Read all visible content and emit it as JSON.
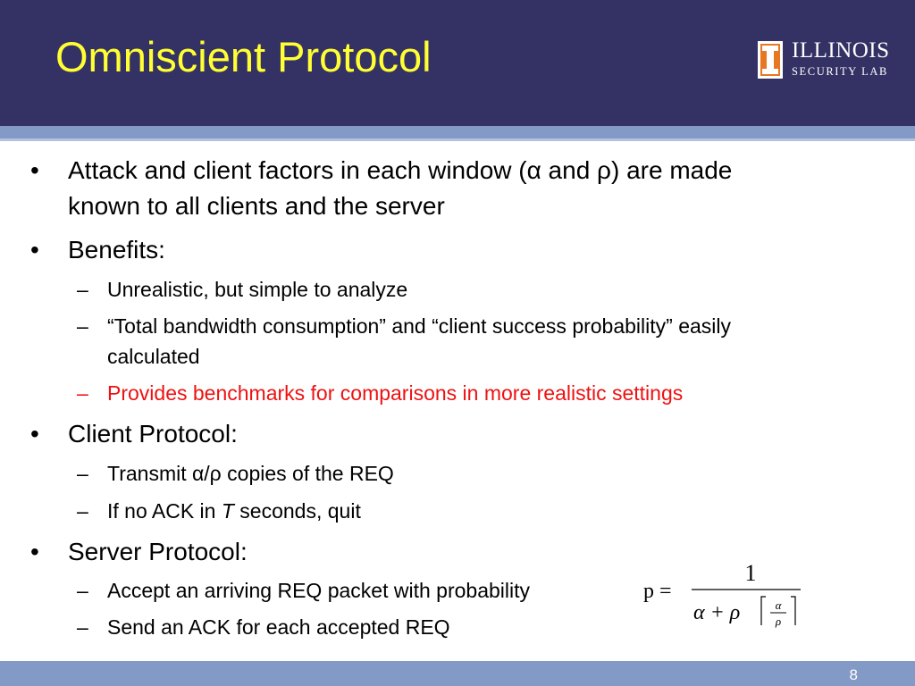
{
  "slide": {
    "title": "Omniscient Protocol",
    "page_number": "8",
    "logo": {
      "line1": "ILLINOIS",
      "line2": "SECURITY LAB"
    },
    "bullet_glyph": "•",
    "dash_glyph": "–",
    "bullets": {
      "attack_factors_line1": "Attack and client factors in each window (α and ρ) are made",
      "attack_factors_line2": "known to all clients and the server",
      "benefits": "Benefits:",
      "benefit_unrealistic": "Unrealistic, but simple to analyze",
      "benefit_total_line1": "“Total bandwidth consumption” and “client success probability” easily",
      "benefit_total_line2": "calculated",
      "benefit_benchmarks": "Provides benchmarks for comparisons in more realistic settings",
      "client_protocol": "Client Protocol:",
      "client_transmit": "Transmit α/ρ copies of the REQ",
      "client_noack_prefix": "If no ACK in ",
      "client_noack_var": "T",
      "client_noack_suffix": " seconds, quit",
      "server_protocol": "Server Protocol:",
      "server_accept": "Accept an arriving REQ packet with probability",
      "server_send_ack": "Send an ACK for each accepted REQ"
    },
    "formula": {
      "lhs": "p =",
      "numerator": "1",
      "denominator_prefix": "α + ρ",
      "inner_numerator": "α",
      "inner_denominator": "ρ"
    },
    "colors": {
      "header_bg": "#343264",
      "title": "#ffff33",
      "accent_bar": "#8399c6",
      "highlight_text": "#ee1111"
    }
  }
}
